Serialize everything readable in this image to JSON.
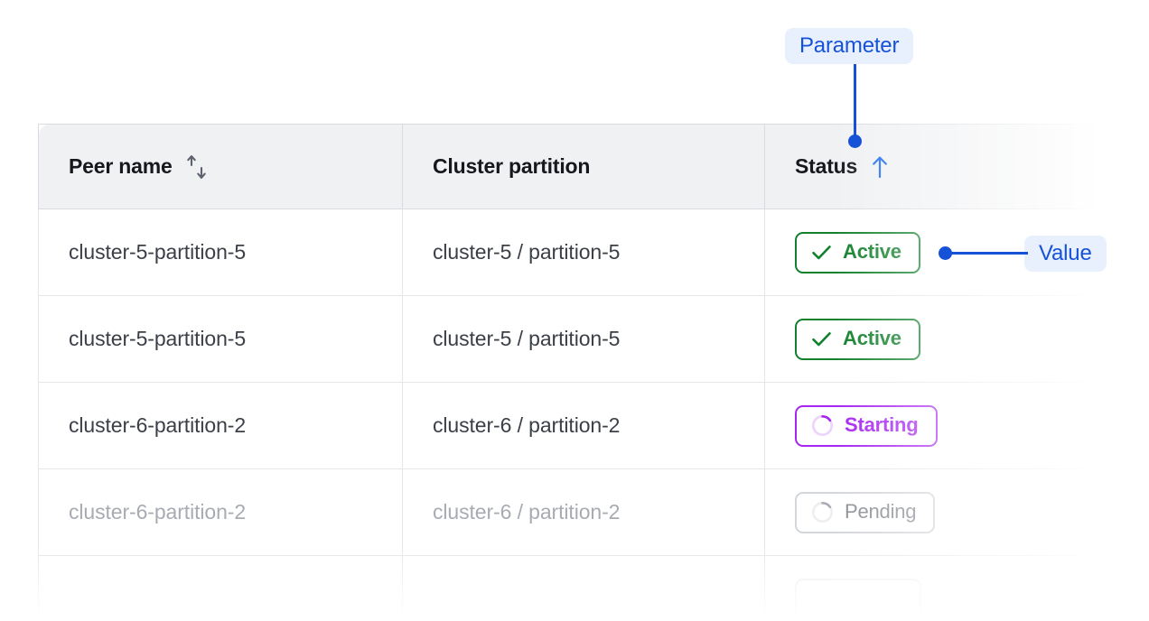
{
  "table": {
    "columns": [
      {
        "key": "peer",
        "label": "Peer name",
        "sort_icon": "sort-both-icon",
        "sorted": false
      },
      {
        "key": "cluster",
        "label": "Cluster partition",
        "sort_icon": null,
        "sorted": false
      },
      {
        "key": "status",
        "label": "Status",
        "sort_icon": "arrow-up-icon",
        "sorted": true
      }
    ],
    "rows": [
      {
        "peer": "cluster-5-partition-5",
        "cluster": "cluster-5 / partition-5",
        "status": {
          "label": "Active",
          "icon": "check-icon",
          "variant": "active"
        },
        "style": "normal"
      },
      {
        "peer": "cluster-5-partition-5",
        "cluster": "cluster-5 / partition-5",
        "status": {
          "label": "Active",
          "icon": "check-icon",
          "variant": "active"
        },
        "style": "normal"
      },
      {
        "peer": "cluster-6-partition-2",
        "cluster": "cluster-6 / partition-2",
        "status": {
          "label": "Starting",
          "icon": "spinner-icon",
          "variant": "starting"
        },
        "style": "normal"
      },
      {
        "peer": "cluster-6-partition-2",
        "cluster": "cluster-6 / partition-2",
        "status": {
          "label": "Pending",
          "icon": "spinner-icon",
          "variant": "pending"
        },
        "style": "muted"
      },
      {
        "peer": "",
        "cluster": "",
        "status": {
          "label": "",
          "icon": null,
          "variant": "blank"
        },
        "style": "ghost"
      }
    ]
  },
  "annotations": [
    {
      "id": "parameter",
      "label": "Parameter",
      "target": "status-column-header"
    },
    {
      "id": "value",
      "label": "Value",
      "target": "status-cell-badge"
    }
  ],
  "colors": {
    "accent_blue": "#1552d8",
    "accent_blue_bg": "#e8f0fe",
    "status_active": "#12802c",
    "status_starting": "#a626f0",
    "status_pending": "#8c9097",
    "header_bg": "#f0f1f3",
    "border": "#e4e6ea",
    "text_primary": "#16181d",
    "text_body": "#3b3f47",
    "text_muted": "#a7abb2"
  }
}
